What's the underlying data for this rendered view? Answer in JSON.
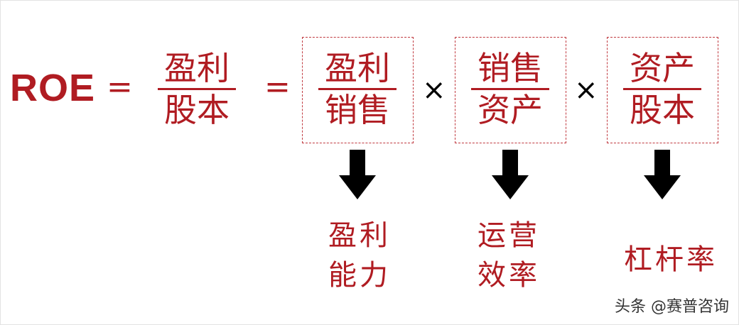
{
  "formula": {
    "lhs": "ROE",
    "eq1": "=",
    "eq2": "=",
    "times1": "×",
    "times2": "×",
    "frac_main": {
      "num": "盈利",
      "den": "股本"
    },
    "frac_1": {
      "num": "盈利",
      "den": "销售"
    },
    "frac_2": {
      "num": "销售",
      "den": "资产"
    },
    "frac_3": {
      "num": "资产",
      "den": "股本"
    }
  },
  "results": {
    "r1": {
      "line1": "盈利",
      "line2": "能力"
    },
    "r2": {
      "line1": "运营",
      "line2": "效率"
    },
    "r3": {
      "line1": "杠杆率"
    }
  },
  "watermark": "头条 @赛普咨询",
  "colors": {
    "accent": "#b01c22",
    "arrow": "#000000",
    "box_border": "#c0393f"
  }
}
